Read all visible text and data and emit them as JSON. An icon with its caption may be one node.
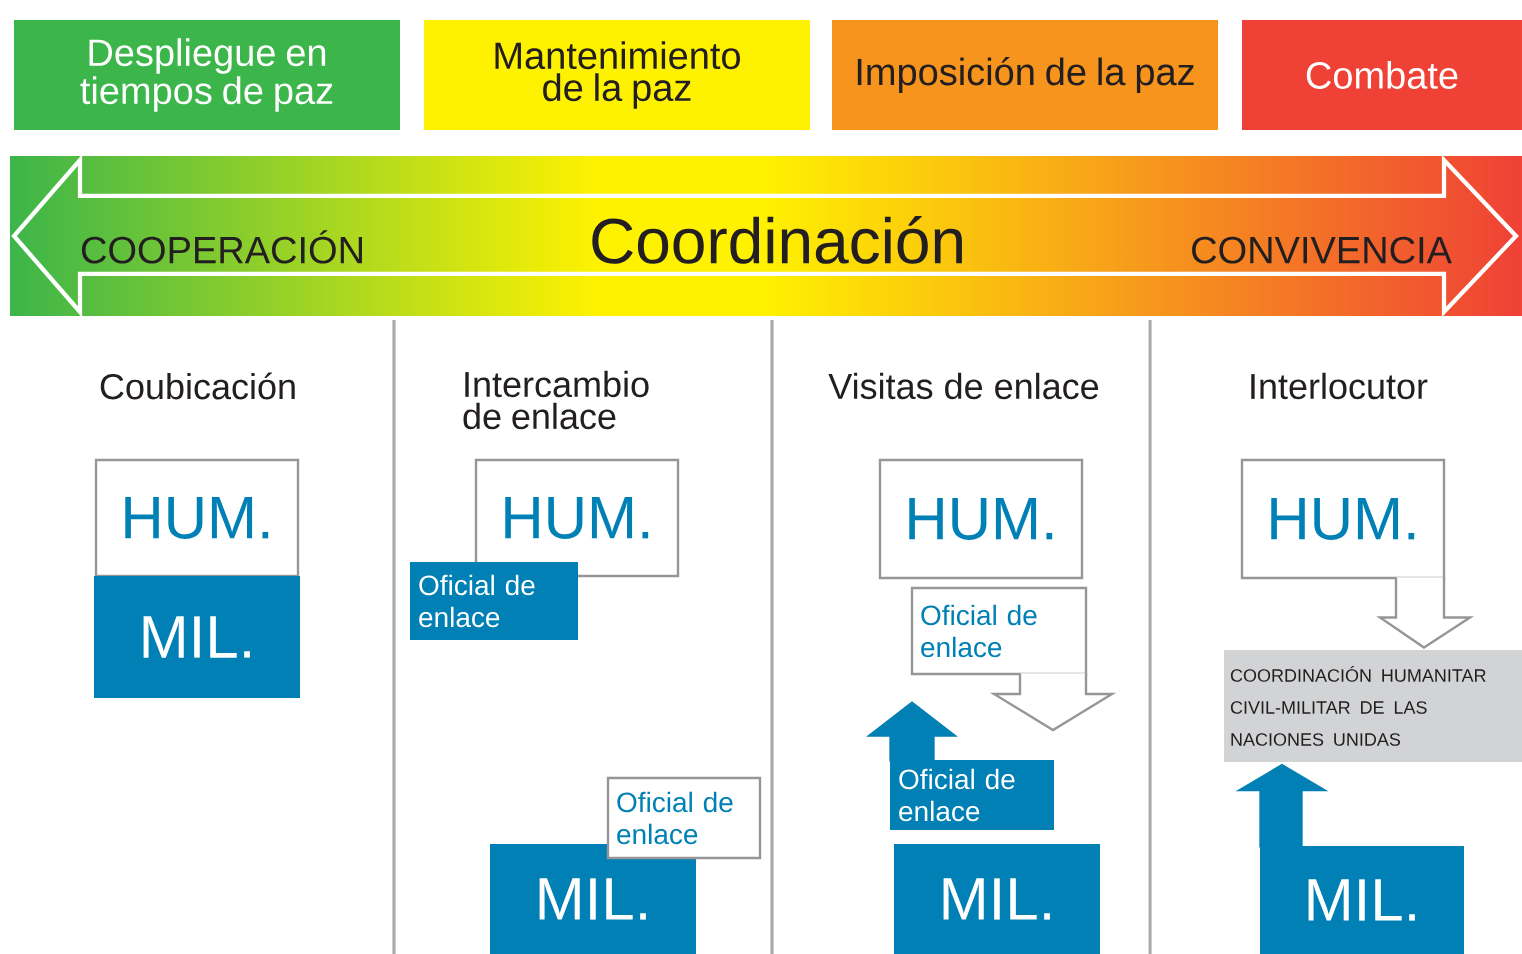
{
  "diagram": {
    "nodes": [
      {
        "text": [
          "Despliegue en tiempos de paz"
        ]
      },
      {
        "text": [
          "Mantenimiento de la paz"
        ]
      },
      {
        "text": [
          "Imposición de la paz"
        ]
      },
      {
        "text": [
          "Combate"
        ]
      },
      {
        "text": [
          "COOPERACIÓN",
          "Coordinación",
          "CONVIVENCIA"
        ]
      },
      {
        "text": [
          "HUM."
        ]
      },
      {
        "text": [
          "MIL."
        ]
      },
      {
        "text": [
          "HUM."
        ]
      },
      {
        "text": [
          "Oficial de enlace"
        ]
      },
      {
        "text": [
          "MIL."
        ]
      },
      {
        "text": [
          "Oficial de enlace"
        ]
      },
      {
        "text": [
          "HUM."
        ]
      },
      {
        "text": [
          "Oficial de enlace"
        ]
      },
      {
        "text": [
          "Oficial de enlace"
        ]
      },
      {
        "text": [
          "MIL."
        ]
      },
      {
        "text": [
          "HUM."
        ]
      },
      {
        "text": [
          "COORDINACIÓN HUMANITAR CIVIL-MILITAR DE LAS NACIONES UNIDAS"
        ]
      },
      {
        "text": [
          "MIL."
        ]
      }
    ],
    "edges": [
      {
        "from": 12,
        "to": null,
        "arrow": "to"
      },
      {
        "from": 13,
        "to": null,
        "arrow": "to",
        "color": "#0080b4"
      },
      {
        "from": 15,
        "to": 16,
        "arrow": "to"
      },
      {
        "from": 17,
        "to": 16,
        "arrow": "to",
        "color": "#0080b4"
      }
    ],
    "labels": [
      "Coubicación",
      "Intercambio de enlace",
      "Visitas de enlace",
      "Interlocutor"
    ]
  }
}
